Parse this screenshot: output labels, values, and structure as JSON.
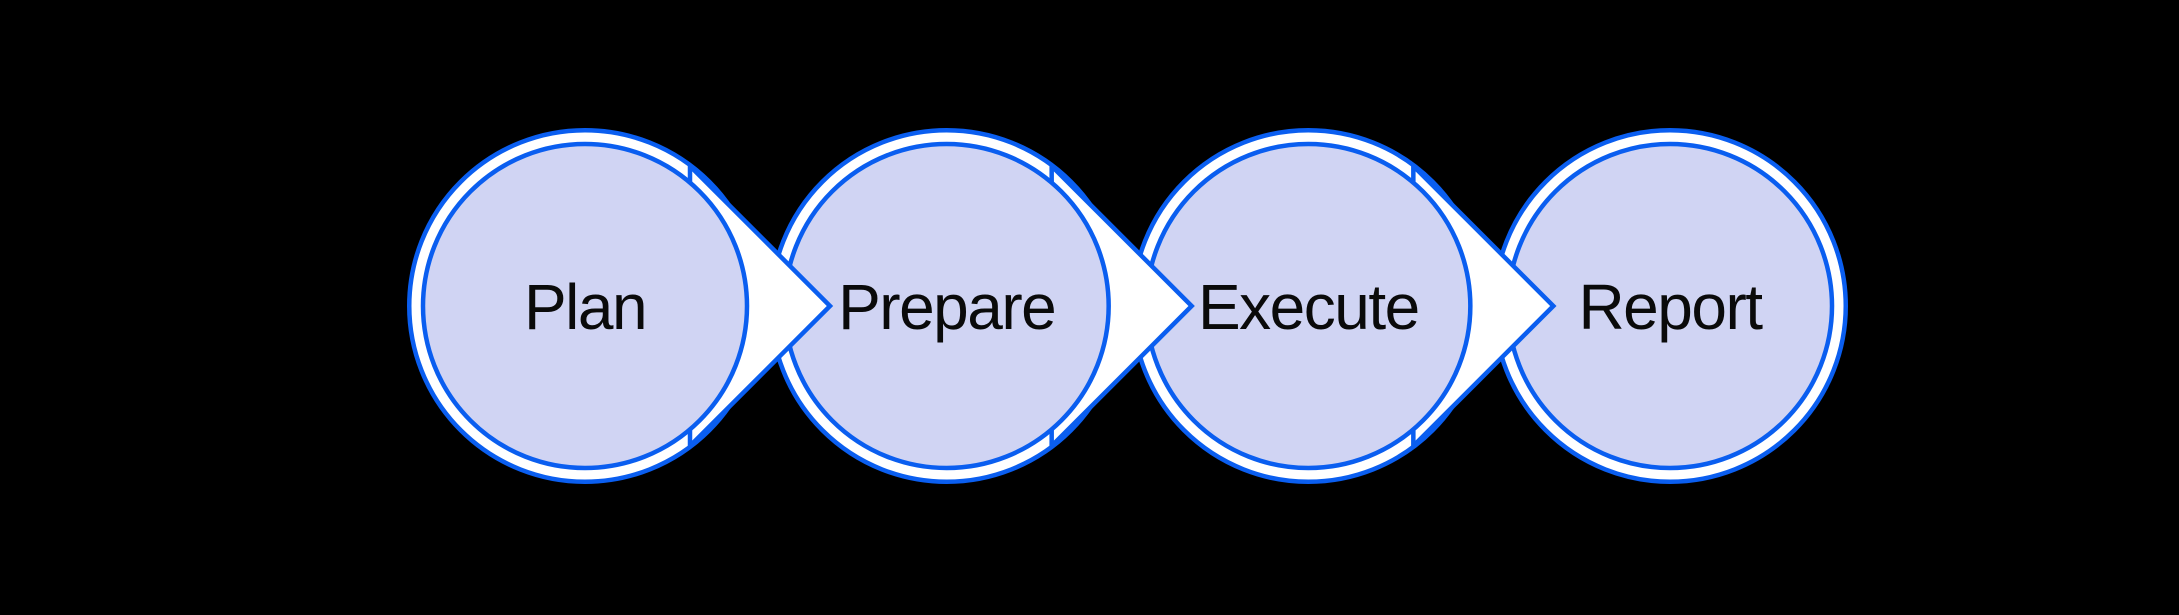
{
  "diagram": {
    "type": "process-flow",
    "flow_direction": "left-to-right",
    "background_color": "#000000",
    "stroke_color": "#0a5ef0",
    "node_fill_color": "#d0d4f3",
    "ring_fill_color": "#ffffff",
    "arrow_fill_color": "#ffffff",
    "label_color": "#0a0a0a",
    "steps": [
      {
        "label": "Plan"
      },
      {
        "label": "Prepare"
      },
      {
        "label": "Execute"
      },
      {
        "label": "Report"
      }
    ],
    "connectors": [
      {
        "from": "Plan",
        "to": "Prepare",
        "shape": "arrowhead-right"
      },
      {
        "from": "Prepare",
        "to": "Execute",
        "shape": "arrowhead-right"
      },
      {
        "from": "Execute",
        "to": "Report",
        "shape": "arrowhead-right"
      }
    ]
  }
}
